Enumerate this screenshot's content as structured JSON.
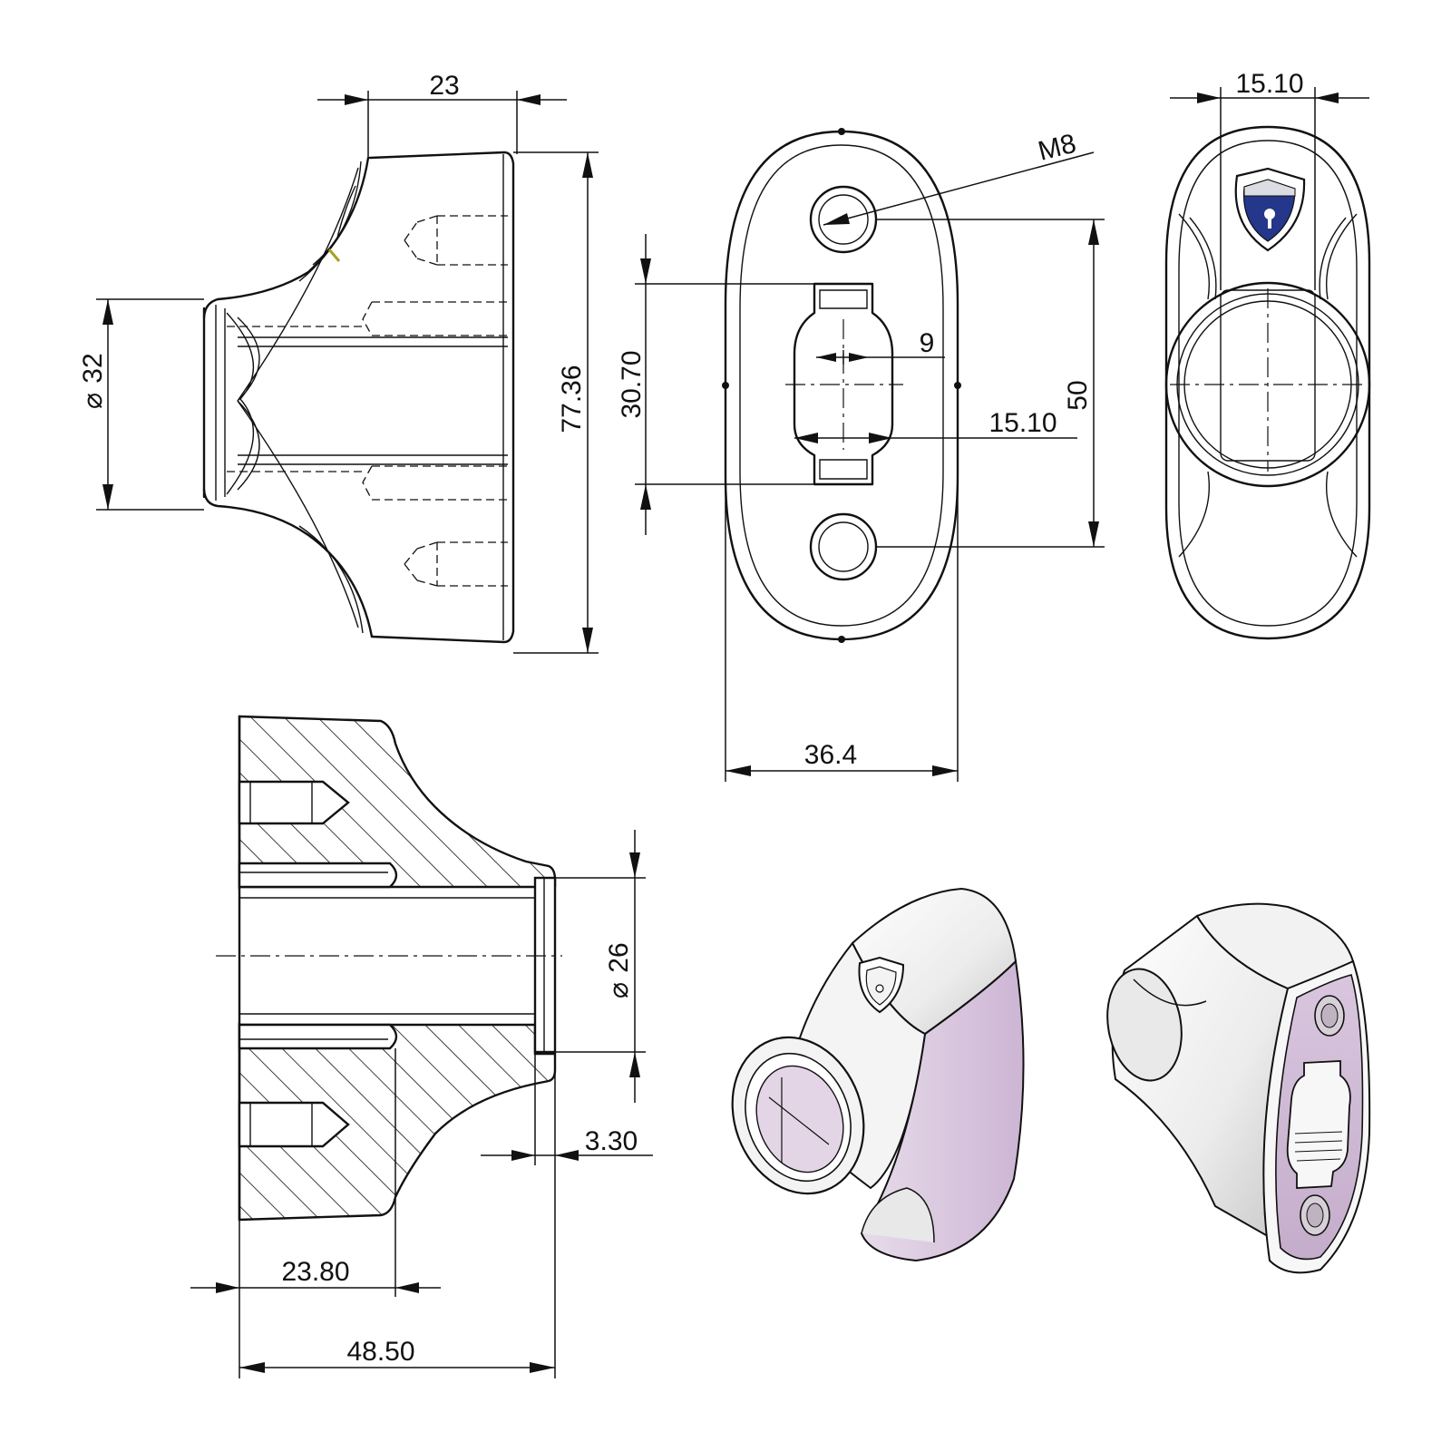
{
  "dimensions": {
    "side_top_width": "23",
    "side_left_diameter": "32",
    "side_height": "77.36",
    "front_hole_thread": "M8",
    "front_slot_height": "30.70",
    "front_slot_inner_width": "9",
    "front_slot_outer_width": "15.10",
    "front_hole_spacing": "50",
    "front_overall_width": "36.4",
    "rear_top_width": "15.10",
    "section_bore_diameter": "26",
    "section_lip_depth": "3.30",
    "section_partial_length": "23.80",
    "section_overall_length": "48.50"
  },
  "symbols": {
    "diameter": "⌀"
  },
  "colors": {
    "line": "#111111",
    "shield_blue": "#24378a",
    "render_lilac": "#d7c3dc",
    "render_shadow": "#b9a7c0",
    "render_white": "#f7f7f7"
  }
}
